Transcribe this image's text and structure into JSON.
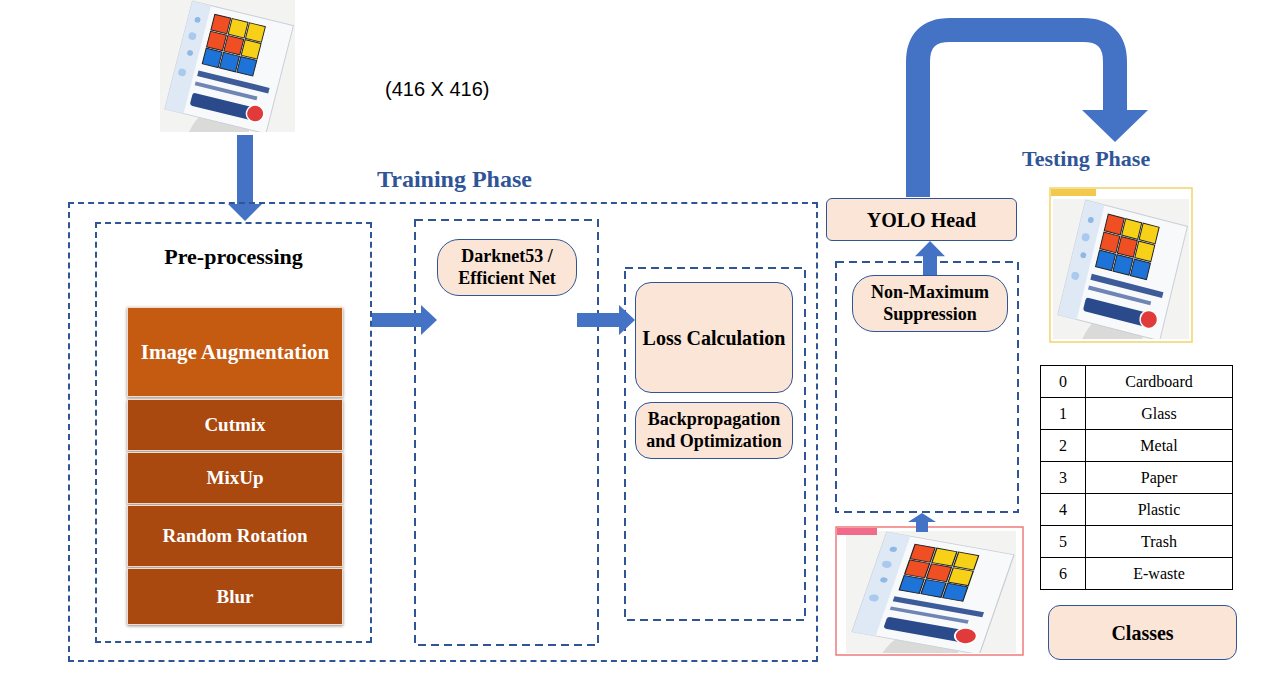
{
  "diagram": {
    "nodes": [
      {
        "text": [
          "Training Phase"
        ]
      },
      {
        "text": [
          "Pre-processing"
        ],
        "in": 0
      },
      {
        "text": [
          "Image Augmentation"
        ],
        "in": 1
      },
      {
        "text": [
          "Cutmix"
        ],
        "in": 1
      },
      {
        "text": [
          "MixUp"
        ],
        "in": 1
      },
      {
        "text": [
          "Random Rotation"
        ],
        "in": 1
      },
      {
        "text": [
          "Blur"
        ],
        "in": 1
      },
      {
        "text": [
          "Darknet53 / Efficient Net"
        ],
        "in": 0
      },
      {
        "text": [
          "Loss Calculation"
        ],
        "in": 0
      },
      {
        "text": [
          "Backpropagation and Optimization"
        ],
        "in": 0
      },
      {
        "text": [
          "YOLO Head"
        ]
      },
      {
        "text": [
          "Non-Maximum Suppression"
        ]
      },
      {
        "text": [
          "Classes"
        ]
      }
    ],
    "edges": [
      {
        "from": 1,
        "to": 7,
        "arrow": "to"
      },
      {
        "from": 7,
        "to": 8,
        "arrow": "to"
      },
      {
        "from": 11,
        "to": 10,
        "arrow": "to"
      }
    ],
    "labels": [
      "(416 X 416)",
      "Testing Phase",
      "0",
      "Cardboard",
      "1",
      "Glass",
      "2",
      "Metal",
      "3",
      "Paper",
      "4",
      "Plastic",
      "5",
      "Trash",
      "6",
      "E-waste"
    ]
  }
}
